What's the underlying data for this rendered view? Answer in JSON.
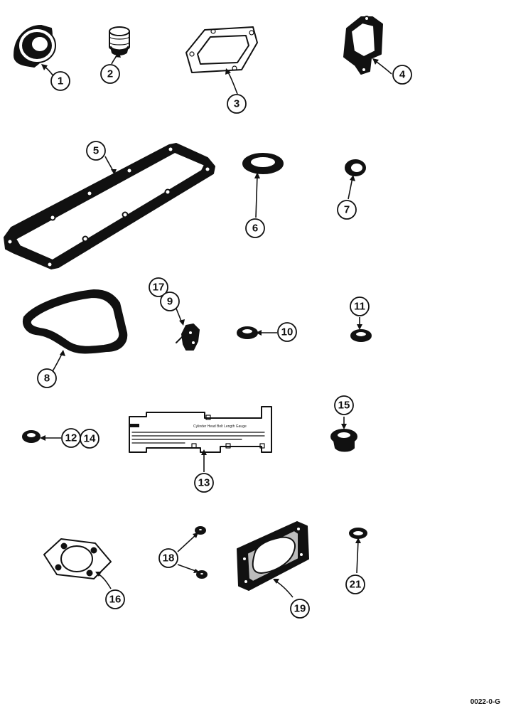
{
  "figure_code": "0022-0-G",
  "gauge_plate": {
    "heading": "Cylinder Head Bolt Length Gauge",
    "lines": [
      "",
      "",
      "",
      "",
      ""
    ]
  },
  "callouts": {
    "c1": "1",
    "c2": "2",
    "c3": "3",
    "c4": "4",
    "c5": "5",
    "c6": "6",
    "c7": "7",
    "c8": "8",
    "c9": "9",
    "c10": "10",
    "c11": "11",
    "c12": "12",
    "c13": "13",
    "c14": "14",
    "c15": "15",
    "c16": "16",
    "c17": "17",
    "c18": "18",
    "c19": "19",
    "c20": "21"
  }
}
